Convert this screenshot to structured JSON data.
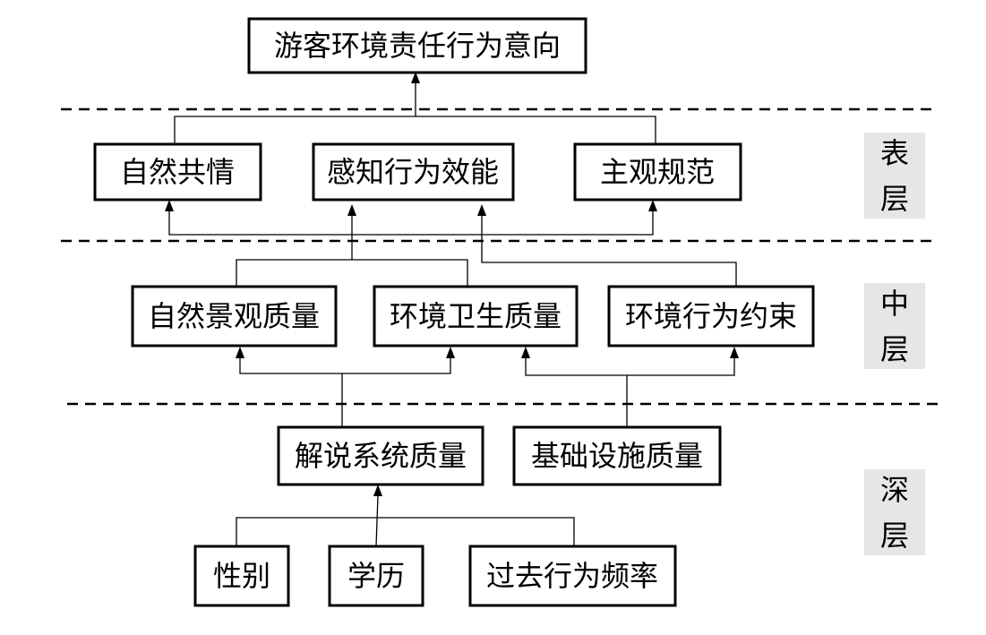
{
  "layers": [
    {
      "chars": [
        "表",
        "层"
      ]
    },
    {
      "chars": [
        "中",
        "层"
      ]
    },
    {
      "chars": [
        "深",
        "层"
      ]
    }
  ],
  "nodes": {
    "intention": "游客环境责任行为意向",
    "nature_empathy": "自然共情",
    "self_efficacy": "感知行为效能",
    "subjective_norm": "主观规范",
    "landscape_quality": "自然景观质量",
    "sanitation_quality": "环境卫生质量",
    "behavior_constraint": "环境行为约束",
    "interpretation_quality": "解说系统质量",
    "infrastructure_quality": "基础设施质量",
    "gender": "性别",
    "education": "学历",
    "past_frequency": "过去行为频率"
  },
  "colors": {
    "line": "#000000",
    "layer_bg": "#e6e6e6"
  }
}
